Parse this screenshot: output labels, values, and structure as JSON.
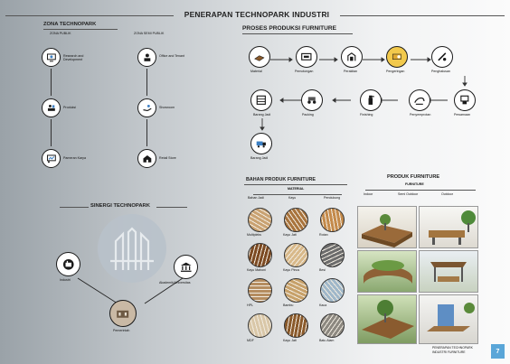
{
  "page_title": "PENERAPAN TECHNOPARK INDUSTRI",
  "zona": {
    "title": "ZONA TECHNOPARK",
    "col1_title": "ZONA PUBLIK",
    "col1_items": [
      "Research and Development",
      "Produksi",
      "Pameran Karya"
    ],
    "col2_title": "ZONA SEMI PUBLIK",
    "col2_items": [
      "Office and Tenant",
      "Showroom",
      "Retail Store"
    ]
  },
  "proses": {
    "title": "PROSES PRODUKSI FURNITURE",
    "steps": [
      "Material",
      "Pemotongan",
      "Perakitan",
      "Pengeringan",
      "Penghalusan",
      "Pewarnaan",
      "Penyemprotan",
      "Finishing",
      "Packing",
      "Barang Jadi"
    ]
  },
  "sinergi": {
    "title": "SINERGI TECHNOPARK",
    "nodes": [
      "Industri",
      "Akademik/Universitas",
      "Pemerintah"
    ]
  },
  "bahan": {
    "title": "BAHAN PRODUK FURNITURE",
    "subtitle": "MATERIAL",
    "columns": [
      "Bahan Jadi",
      "Kayu",
      "Pendukung"
    ],
    "items": [
      "Multipleks",
      "Kayu Jati",
      "Rotan",
      "Kayu Mahoni",
      "Kayu Pinus",
      "Besi",
      "HPL",
      "Bambu",
      "Kaca",
      "MDF",
      "Kayu Jati",
      "Batu Alam"
    ]
  },
  "furniture": {
    "title": "PRODUK FURNITURE",
    "subtitle": "FURNITURE",
    "categories": [
      "Indoor",
      "Semi Outdoor",
      "Outdoor"
    ]
  },
  "footer": {
    "caption_line1": "PENERAPAN TECHNOPARK",
    "caption_line2": "INDUSTRI FURNITURE",
    "page_number": "7"
  },
  "colors": {
    "ink": "#1a1a1a",
    "accent": "#3b7fc4",
    "wood": "#8a5a2b"
  }
}
